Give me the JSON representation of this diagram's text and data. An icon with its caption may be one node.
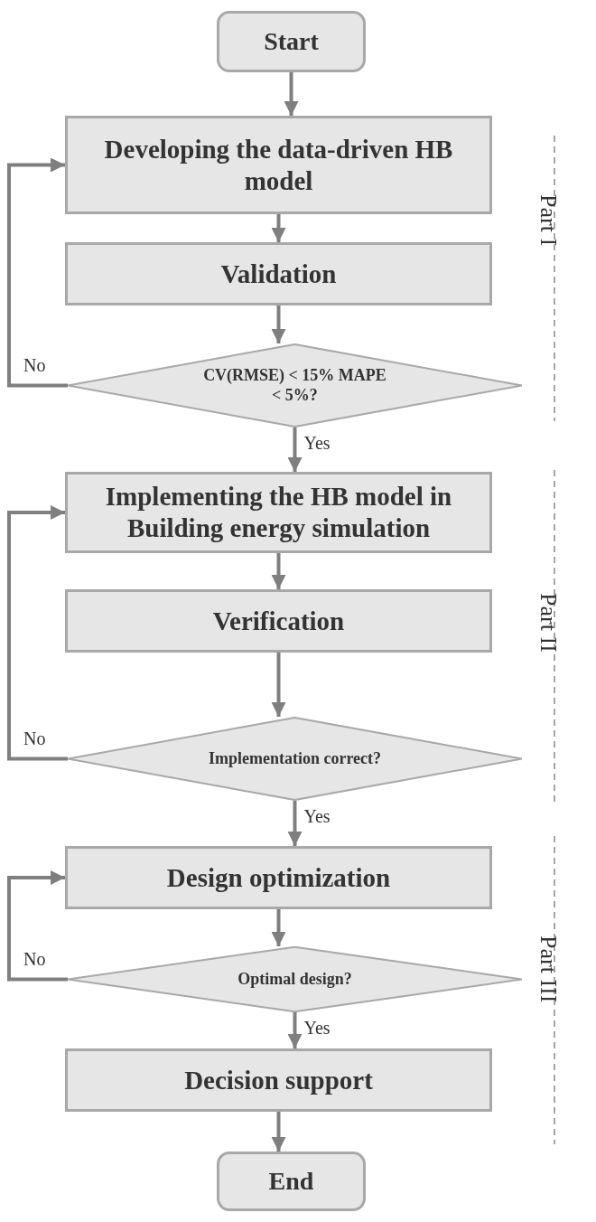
{
  "diagram": {
    "nodes": [
      {
        "text": [
          "Start"
        ]
      },
      {
        "text": [
          "Developing the data-driven HB model"
        ]
      },
      {
        "text": [
          "Validation"
        ]
      },
      {
        "text": [
          "CV(RMSE) < 15% MAPE < 5%?"
        ]
      },
      {
        "text": [
          "Implementing the HB model in Building energy simulation"
        ]
      },
      {
        "text": [
          "Verification"
        ]
      },
      {
        "text": [
          "Implementation correct?"
        ]
      },
      {
        "text": [
          "Design optimization"
        ]
      },
      {
        "text": [
          "Optimal design?"
        ]
      },
      {
        "text": [
          "Decision support"
        ]
      },
      {
        "text": [
          "End"
        ]
      }
    ],
    "edges": [
      {
        "from": 0,
        "to": 1,
        "arrow": "to"
      },
      {
        "from": 1,
        "to": 2,
        "arrow": "to"
      },
      {
        "from": 2,
        "to": 3,
        "arrow": "to"
      },
      {
        "from": 3,
        "to": 4,
        "arrow": "to",
        "label": "Yes"
      },
      {
        "from": 3,
        "to": 1,
        "arrow": "to",
        "label": "No"
      },
      {
        "from": 4,
        "to": 5,
        "arrow": "to"
      },
      {
        "from": 5,
        "to": 6,
        "arrow": "to"
      },
      {
        "from": 6,
        "to": 7,
        "arrow": "to",
        "label": "Yes"
      },
      {
        "from": 6,
        "to": 4,
        "arrow": "to",
        "label": "No"
      },
      {
        "from": 7,
        "to": 8,
        "arrow": "to"
      },
      {
        "from": 8,
        "to": 9,
        "arrow": "to",
        "label": "Yes"
      },
      {
        "from": 8,
        "to": 7,
        "arrow": "to",
        "label": "No"
      },
      {
        "from": 9,
        "to": 10,
        "arrow": "to"
      }
    ],
    "labels": [
      "Part I",
      "Part II",
      "Part III"
    ]
  }
}
